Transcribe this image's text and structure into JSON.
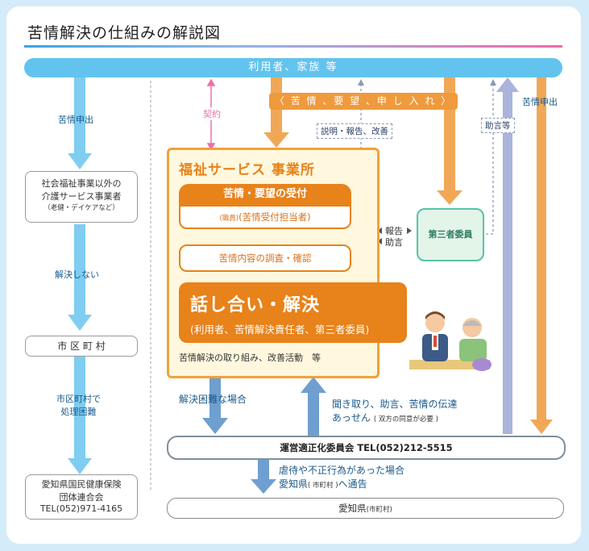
{
  "title": "苦情解決の仕組みの解説図",
  "users_bar": "利用者、家族 等",
  "left": {
    "arrow1_label": "苦情申出",
    "box1_line1": "社会福祉事業以外の",
    "box1_line2": "介護サービス事業者",
    "box1_line3": "（老健・デイケアなど）",
    "arrow2_label": "解決しない",
    "box2": "市 区 町 村",
    "arrow3_label_line1": "市区町村で",
    "arrow3_label_line2": "処理困難",
    "box3_line1": "愛知県国民健康保険",
    "box3_line2": "団体連合会",
    "box3_line3": "TEL(052)971-4165"
  },
  "contract_label": "契約",
  "request_bar": "〈 苦 情 、要 望 、申 し 入 れ 〉",
  "explain_box": "説明・報告、改善",
  "advice_box": "助言等",
  "right_arrow_label": "苦情申出",
  "main": {
    "title": "福祉サービス 事業所",
    "reception_head": "苦情・要望の受付",
    "reception_staff_small": "(職員)",
    "reception_staff": "(苦情受付担当者)",
    "investigate": "苦情内容の調査・確認",
    "talk_title": "話し合い・解決",
    "talk_sub": "(利用者、苦情解決責任者、第三者委員)",
    "improve": "苦情解決の取り組み、改善活動　等"
  },
  "report_label": "報告",
  "advice_label": "助言",
  "third_party": "第三者委員",
  "difficult_label": "解決困難な場合",
  "listen_line1": "聞き取り、助言、苦情の伝達",
  "listen_line2": "あっせん",
  "listen_note": "( 双方の同意が必要 )",
  "council_text": "運営適正化委員会 TEL(052)212-5515",
  "abuse_line1": "虐待や不正行為があった場合",
  "abuse_line2_a": "愛知県",
  "abuse_line2_small": "( 市町村 )",
  "abuse_line2_b": "へ通告",
  "pref_text": "愛知県",
  "pref_small": "(市町村)",
  "colors": {
    "orange": "#e8821a",
    "light_blue": "#63c3ef",
    "steel_blue": "#6f9fd0",
    "lavender": "#aab3dc",
    "teal": "#56c3a3",
    "pink": "#ef6fa8"
  }
}
